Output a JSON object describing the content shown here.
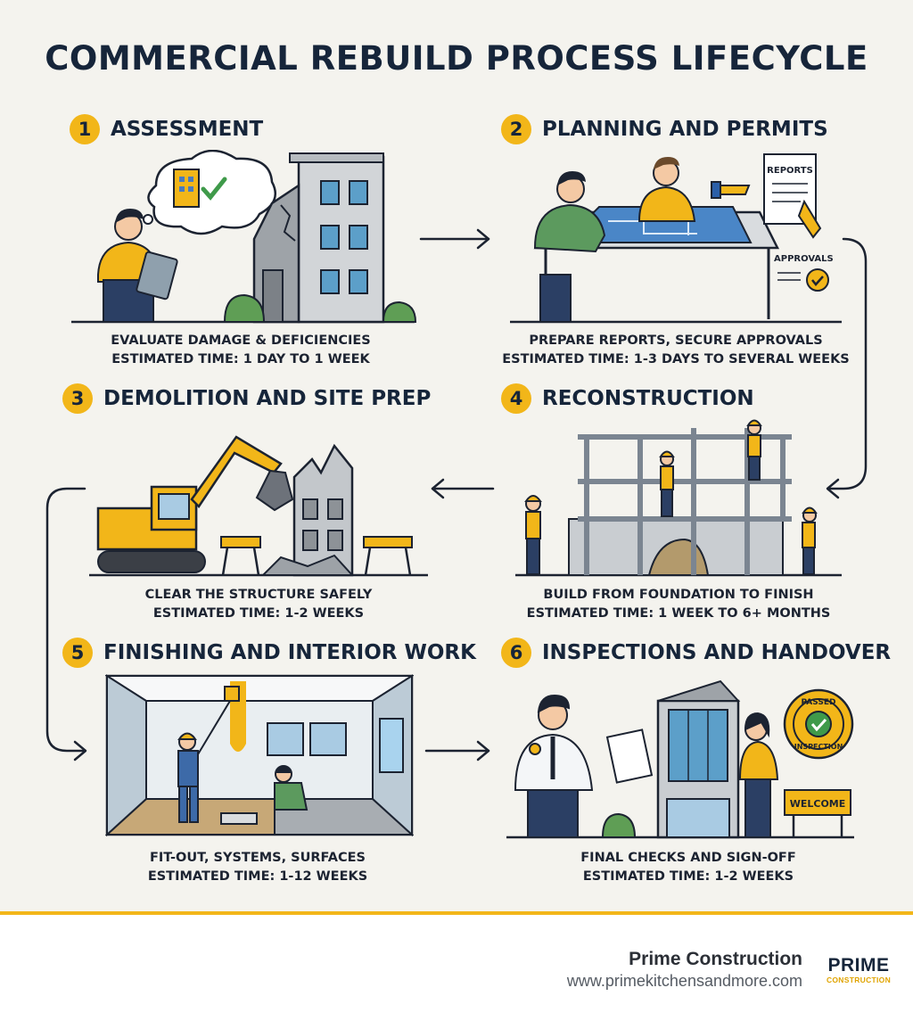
{
  "title": "COMMERCIAL REBUILD PROCESS LIFECYCLE",
  "steps": [
    {
      "number": "1",
      "title": "ASSESSMENT",
      "line1": "EVALUATE DAMAGE & DEFICIENCIES",
      "line2": "ESTIMATED TIME: 1 DAY TO 1 WEEK"
    },
    {
      "number": "2",
      "title": "PLANNING AND PERMITS",
      "line1": "PREPARE REPORTS, SECURE APPROVALS",
      "line2": "ESTIMATED TIME: 1-3 DAYS TO SEVERAL WEEKS",
      "labels": {
        "reports": "REPORTS",
        "approvals": "APPROVALS"
      }
    },
    {
      "number": "3",
      "title": "DEMOLITION AND SITE PREP",
      "line1": "CLEAR THE STRUCTURE SAFELY",
      "line2": "ESTIMATED TIME: 1-2 WEEKS"
    },
    {
      "number": "4",
      "title": "RECONSTRUCTION",
      "line1": "BUILD FROM FOUNDATION TO FINISH",
      "line2": "ESTIMATED TIME: 1 WEEK TO 6+ MONTHS"
    },
    {
      "number": "5",
      "title": "FINISHING AND INTERIOR WORK",
      "line1": "FIT-OUT, SYSTEMS, SURFACES",
      "line2": "ESTIMATED TIME: 1-12 WEEKS"
    },
    {
      "number": "6",
      "title": "INSPECTIONS AND HANDOVER",
      "line1": "FINAL CHECKS AND SIGN-OFF",
      "line2": "ESTIMATED TIME: 1-2 WEEKS",
      "labels": {
        "stamp_top": "PASSED",
        "stamp_bottom": "INSPECTION",
        "sign": "WELCOME"
      }
    }
  ],
  "footer": {
    "company": "Prime Construction",
    "url": "www.primekitchensandmore.com",
    "logo_main": "PRIME",
    "logo_sub": "CONSTRUCTION"
  },
  "colors": {
    "accent": "#f2b619",
    "navy": "#16253a",
    "background": "#f4f3ee"
  }
}
